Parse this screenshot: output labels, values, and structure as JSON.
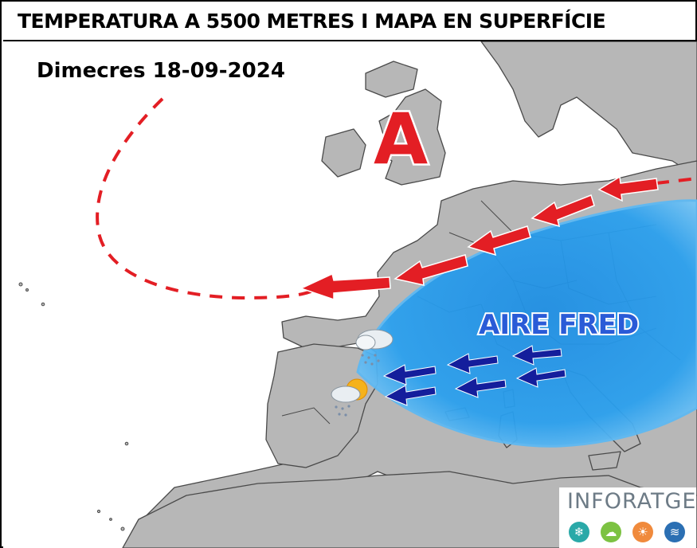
{
  "title": "TEMPERATURA A 5500 METRES I MAPA EN SUPERFÍCIE",
  "date": "Dimecres 18-09-2024",
  "pressure_label": "A",
  "air_mass_label": "AIRE FRED",
  "logo": {
    "text": "INFORATGE"
  },
  "colors": {
    "sea": "#ffffff",
    "land": "#b7b7b7",
    "border": "#4a4a4a",
    "cold_air": "#2196e8",
    "cold_air_light": "#6fc3f7",
    "flow_arrow": "#e31e24",
    "cold_arrow": "#141e9c",
    "high_pressure": "#e31e24",
    "logo_badges": [
      "#2aa9a8",
      "#7cc242",
      "#f08a3c",
      "#2b6fb3"
    ]
  },
  "icons": {
    "weather": [
      "cloud-rain-icon",
      "sun-cloud-rain-icon"
    ],
    "logo_badges": [
      "snowflake-icon",
      "cloud-icon",
      "sun-icon",
      "wind-icon"
    ]
  }
}
